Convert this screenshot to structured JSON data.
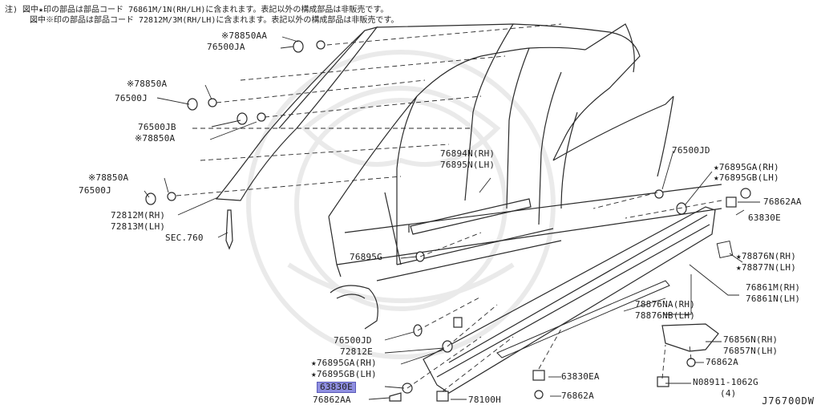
{
  "notes": {
    "line1": "注) 図中★印の部品は部品コード 76861M/1N(RH/LH)に含まれます。表記以外の構成部品は非販売です。",
    "line2": "図中※印の部品は部品コード 72812M/3M(RH/LH)に含まれます。表記以外の構成部品は非販売です。"
  },
  "labels": {
    "p78850AA": "※78850AA",
    "p76500JA": "76500JA",
    "p78850A_1": "※78850A",
    "p76500J_1": "76500J",
    "p76500JB": "76500JB",
    "p78850A_2": "※78850A",
    "p78850A_3": "※78850A",
    "p76500J_2": "76500J",
    "p72812M": "72812M(RH)",
    "p72813M": "72813M(LH)",
    "sec760": "SEC.760",
    "p76894N": "76894N(RH)",
    "p76895N": "76895N(LH)",
    "p76895G": "76895G",
    "p76500JD_1": "76500JD",
    "p76895GA_1": "★76895GA(RH)",
    "p76895GB_1": "★76895GB(LH)",
    "p76862AA_1": "76862AA",
    "p63830E_1": "63830E",
    "p78876N": "★78876N(RH)",
    "p78877N": "★78877N(LH)",
    "p76861M": "76861M(RH)",
    "p76861N": "76861N(LH)",
    "p78876NA": "78876NA(RH)",
    "p78876NB": "78876NB(LH)",
    "p76500JD_2": "76500JD",
    "p72812E": "72812E",
    "p76895GA_2": "★76895GA(RH)",
    "p76895GB_2": "★76895GB(LH)",
    "p63830E_2": "63830E",
    "p76862AA_2": "76862AA",
    "p78100H": "78100H",
    "p63830EA": "63830EA",
    "p76862A_1": "76862A",
    "p76856N": "76856N(RH)",
    "p76857N": "76857N(LH)",
    "p76862A_2": "76862A",
    "p08911": "N08911-1062G",
    "qty4": "(4)"
  },
  "diagram_code": "J76700DW",
  "colors": {
    "line": "#2a2a2a",
    "highlight": "#8f8fe0"
  }
}
